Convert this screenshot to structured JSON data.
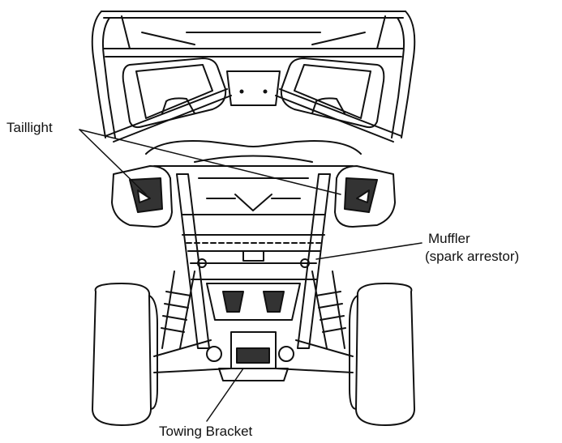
{
  "labels": {
    "taillight": "Taillight",
    "muffler_line1": "Muffler",
    "muffler_line2": "(spark arrestor)",
    "towing_bracket": "Towing Bracket"
  },
  "colors": {
    "ink": "#111111",
    "background": "#ffffff"
  }
}
